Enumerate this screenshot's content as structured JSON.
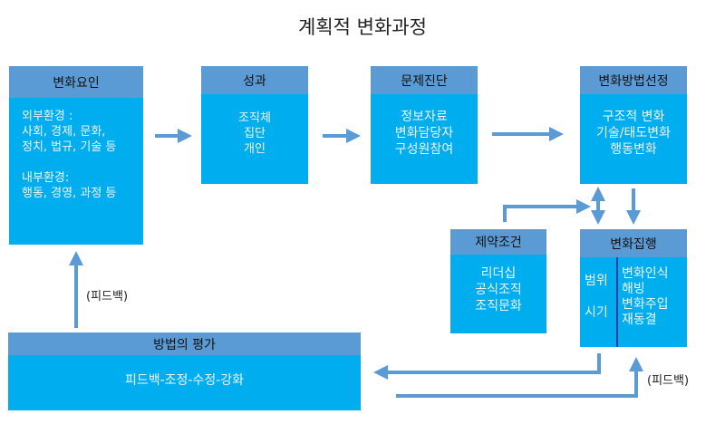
{
  "title": "계획적 변화과정",
  "colors": {
    "header": "#5b9bd5",
    "body": "#00adef",
    "arrow": "#5b9bd5",
    "divider": "#3a3aa0"
  },
  "boxes": {
    "factors": {
      "header": "변화요인",
      "lines": [
        "외부환경 :",
        "사회, 경제, 문화,",
        "정치, 법규, 기술 등",
        "",
        "내부환경:",
        "행동, 경영, 과정 등"
      ]
    },
    "outcome": {
      "header": "성과",
      "lines": [
        "조직체",
        "집단",
        "개인"
      ]
    },
    "diagnosis": {
      "header": "문제진단",
      "lines": [
        "정보자료",
        "변화담당자",
        "구성원참여"
      ]
    },
    "method": {
      "header": "변화방법선정",
      "lines": [
        "구조적 변화",
        "기술/태도변화",
        "행동변화"
      ]
    },
    "constraints": {
      "header": "제약조건",
      "lines": [
        "리더십",
        "공식조직",
        "조직문화"
      ]
    },
    "execution": {
      "header": "변화집행",
      "left": [
        "범위",
        "시기"
      ],
      "right": [
        "변화인식",
        "해빙",
        "변화주입",
        "재동결"
      ]
    },
    "evaluation": {
      "header": "방법의 평가",
      "body": "피드백-조정-수정-강화"
    }
  },
  "labels": {
    "feedback_left": "(피드백)",
    "feedback_right": "(피드백)"
  }
}
